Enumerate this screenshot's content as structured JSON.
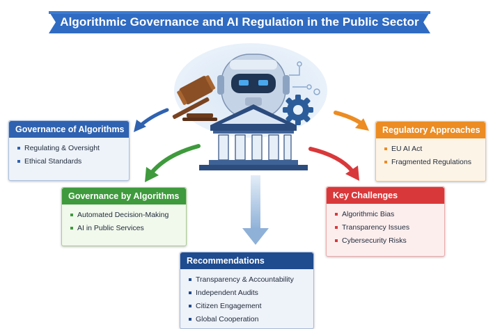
{
  "title": "Algorithmic Governance and AI Regulation in the Public Sector",
  "colors": {
    "banner": "#2f6bc2",
    "governance_of": "#2f62b0",
    "governance_by": "#3e9a3c",
    "regulatory": "#ec8c22",
    "challenges": "#d9383a",
    "recommendations": "#1f4b8f"
  },
  "icons": [
    "robot-icon",
    "gavel-icon",
    "gear-icon",
    "government-building-icon",
    "circuit-icon"
  ],
  "cards": {
    "governance_of": {
      "title": "Governance of Algorithms",
      "items": [
        "Regulating & Oversight",
        "Ethical Standards"
      ]
    },
    "governance_by": {
      "title": "Governance by Algorithms",
      "items": [
        "Automated Decision-Making",
        "AI in Public Services"
      ]
    },
    "regulatory": {
      "title": "Regulatory Approaches",
      "items": [
        "EU AI Act",
        "Fragmented Regulations"
      ]
    },
    "challenges": {
      "title": "Key Challenges",
      "items": [
        "Algorithmic Bias",
        "Transparency Issues",
        "Cybersecurity Risks"
      ]
    },
    "recommendations": {
      "title": "Recommendations",
      "items": [
        "Transparency & Accountability",
        "Independent Audits",
        "Citizen Engagement",
        "Global Cooperation"
      ]
    }
  }
}
